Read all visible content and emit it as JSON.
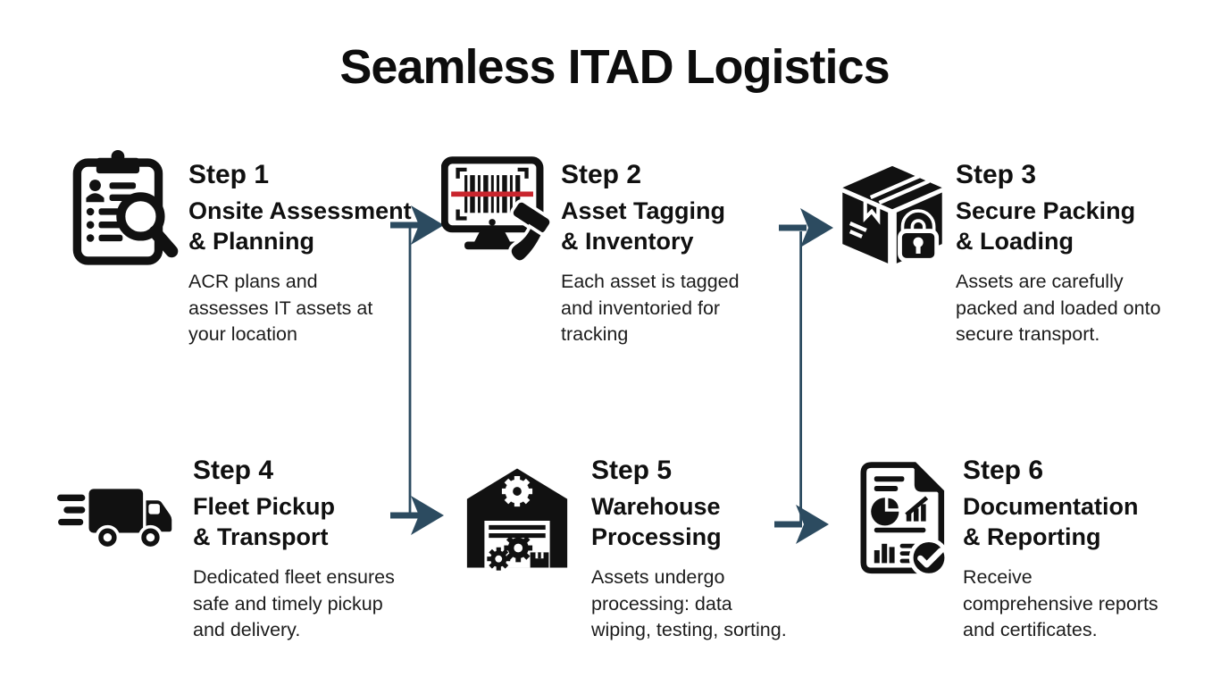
{
  "title": "Seamless ITAD Logistics",
  "colors": {
    "connector": "#2c4b60",
    "scan_line": "#c9252d",
    "icon_ink": "#111111",
    "title_ink": "#0d0d0d"
  },
  "steps": [
    {
      "label": "Step 1",
      "icon": "clipboard-magnifier-icon",
      "title_lines": [
        "Onsite Assessment",
        "& Planning"
      ],
      "desc_lines": [
        "ACR plans and",
        "assesses IT assets at",
        "your location"
      ]
    },
    {
      "label": "Step 2",
      "icon": "barcode-scanner-icon",
      "title_lines": [
        "Asset Tagging",
        "& Inventory"
      ],
      "desc_lines": [
        "Each asset is tagged",
        "and inventoried for",
        "tracking"
      ]
    },
    {
      "label": "Step 3",
      "icon": "secure-box-lock-icon",
      "title_lines": [
        "Secure Packing",
        "& Loading"
      ],
      "desc_lines": [
        "Assets are carefully",
        "packed and loaded onto",
        "secure transport."
      ]
    },
    {
      "label": "Step 4",
      "icon": "truck-icon",
      "title_lines": [
        "Fleet Pickup",
        "& Transport"
      ],
      "desc_lines": [
        "Dedicated fleet ensures",
        "safe and timely pickup",
        "and delivery."
      ]
    },
    {
      "label": "Step 5",
      "icon": "warehouse-gears-icon",
      "title_lines": [
        "Warehouse",
        "Processing"
      ],
      "desc_lines": [
        "Assets undergo",
        "processing: data",
        "wiping, testing, sorting."
      ]
    },
    {
      "label": "Step 6",
      "icon": "report-check-icon",
      "title_lines": [
        "Documentation",
        "& Reporting"
      ],
      "desc_lines": [
        "Receive",
        "comprehensive reports",
        "and certificates."
      ]
    }
  ]
}
